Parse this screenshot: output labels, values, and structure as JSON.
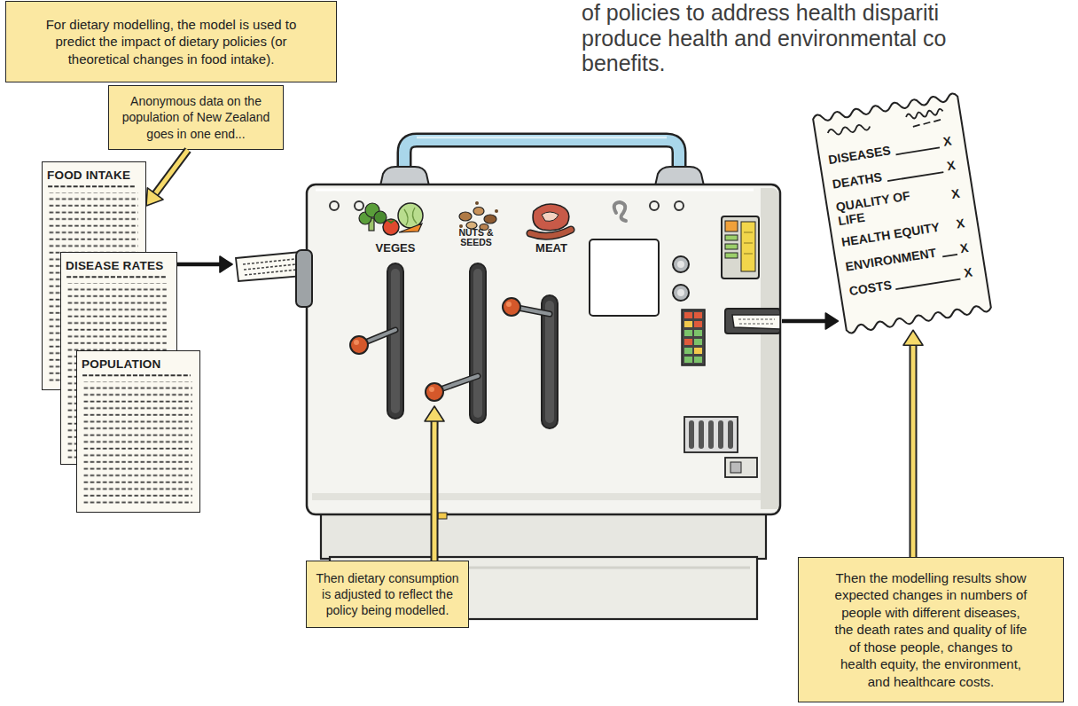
{
  "diagram": {
    "nodes": [
      {
        "text": [
          "For dietary modelling, the model is used to predict the impact of dietary policies (or theoretical changes in food intake)."
        ]
      },
      {
        "text": [
          "Anonymous data on the population of New Zealand goes in one end..."
        ]
      },
      {
        "text": [
          "FOOD INTAKE"
        ]
      },
      {
        "text": [
          "DISEASE RATES"
        ]
      },
      {
        "text": [
          "POPULATION"
        ]
      },
      {
        "text": [
          "VEGES",
          "NUTS & SEEDS",
          "MEAT"
        ]
      },
      {
        "text": [
          "DISEASES",
          "X",
          "DEATHS",
          "X",
          "QUALITY OF LIFE",
          "X",
          "HEALTH EQUITY",
          "X",
          "ENVIRONMENT",
          "X",
          "COSTS",
          "X"
        ]
      },
      {
        "text": [
          "Then dietary consumption is adjusted to reflect the policy being modelled."
        ]
      },
      {
        "text": [
          "Then the modelling results show expected changes in numbers of people with different diseases, the death rates and quality of life of those people, changes to health equity, the environment, and healthcare costs."
        ]
      }
    ],
    "edges": [
      {
        "from": 1,
        "to": 2,
        "arrow": "to"
      },
      {
        "from": 3,
        "to": 5,
        "arrow": "to"
      },
      {
        "from": 7,
        "to": 5,
        "arrow": "to"
      },
      {
        "from": 5,
        "to": 6,
        "arrow": "to"
      },
      {
        "from": 8,
        "to": 6,
        "arrow": "to"
      }
    ],
    "labels": [
      "of policies to address health dispariti",
      "produce health and environmental co",
      "benefits."
    ]
  }
}
